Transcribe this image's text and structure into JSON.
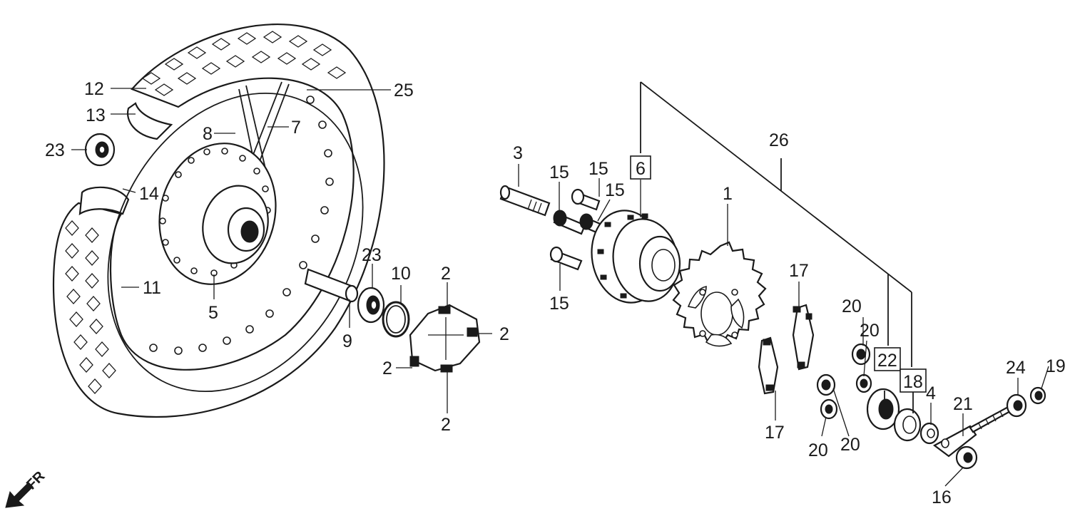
{
  "labels": {
    "p1": "1",
    "p2a": "2",
    "p2b": "2",
    "p2c": "2",
    "p2d": "2",
    "p3": "3",
    "p4": "4",
    "p5": "5",
    "p6": "6",
    "p7": "7",
    "p8": "8",
    "p9": "9",
    "p10": "10",
    "p11": "11",
    "p12": "12",
    "p13": "13",
    "p14": "14",
    "p15a": "15",
    "p15b": "15",
    "p15c": "15",
    "p15d": "15",
    "p16": "16",
    "p17a": "17",
    "p17b": "17",
    "p18": "18",
    "p19": "19",
    "p20a": "20",
    "p20b": "20",
    "p20c": "20",
    "p20d": "20",
    "p21": "21",
    "p22": "22",
    "p23a": "23",
    "p23b": "23",
    "p24": "24",
    "p25": "25",
    "p26": "26"
  },
  "direction_marker": "FR"
}
